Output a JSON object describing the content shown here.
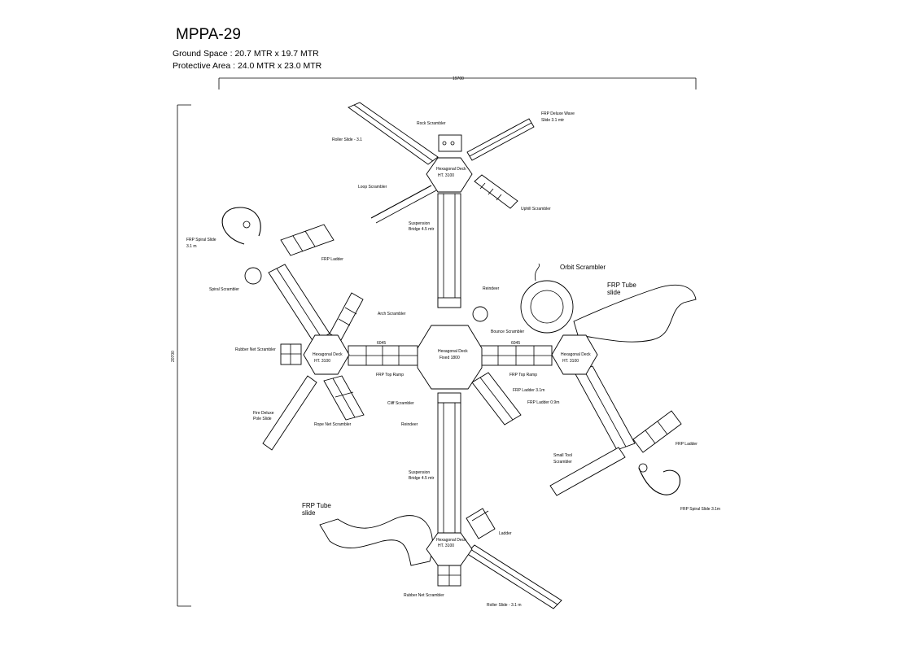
{
  "drawing": {
    "title": "MPPA-29",
    "ground_space": "Ground Space  :  20.7  MTR    x  19.7 MTR",
    "protective_area": "Protective Area :  24.0  MTR   x  23.0 MTR",
    "dim_top": "19700",
    "dim_left": "20700"
  },
  "labels": {
    "rock_scrambler": "Rock Scrambler",
    "frp_deluxe_wave": "FRP Deluxe Wave",
    "frp_deluxe_wave_2": "Slide 3.1 mtr",
    "roller_slide_top": "Roller Slide -  3.1",
    "hex_deck_top": "Hexagonal Deck",
    "hex_deck_top_ht": "HT. 3100",
    "loop_scrambler": "Loop  Scrambler",
    "uphill_scrambler": "Uphill Scrambler",
    "suspension_bridge_top": "Suspension",
    "suspension_bridge_top_2": "Bridge 4.5 mtr",
    "frp_spiral_slide_left": "FRP Spiral Slide",
    "frp_spiral_slide_left_2": "3.1 m",
    "frp_ladder_left": "FRP Ladder",
    "spiral_scrambler": "Spiral Scrambler",
    "orbit_scrambler": "Orbit Scrambler",
    "frp_tube_slide_right": "FRP Tube",
    "frp_tube_slide_right_2": "slide",
    "reindeer_top": "Reindeer",
    "arch_scrambler": "Arch Scrambler",
    "bounce_scrambler": "Bounce Scrambler",
    "rubber_net_scrambler": "Rubber Net Scrambler",
    "hex_deck_left": "Hexagonal Deck",
    "hex_deck_left_ht": "HT. 3100",
    "hex_deck_center": "Hexagonal Deck",
    "hex_deck_center_2": "Fixed 1800",
    "hex_deck_right": "Hexagonal Deck",
    "hex_deck_right_ht": "HT. 3100",
    "dim_left_ramp": "6045",
    "dim_right_ramp": "6045",
    "frp_top_ramp_left": "FRP Top Ramp",
    "frp_top_ramp_right": "FRP Top Ramp",
    "frp_ladder_mid": "FRP Ladder 3.1m",
    "frp_ladder_mid2": "FRP Ladder 0.9m",
    "cliff_scrambler": "Cliff Scrambler",
    "reindeer_bottom": "Reindeer",
    "fire_deluxe_pole": "Fire Deluxe",
    "fire_deluxe_pole_2": "Pole Slide",
    "rope_net_scrambler": "Rope Net Scrambler",
    "frp_ladder_right": "FRP Ladder",
    "small_tool_scrambler": "Small Tool",
    "small_tool_scrambler_2": "Scrambler",
    "frp_spiral_slide_right": "FRP Spiral Slide 3.1m",
    "suspension_bridge_bottom": "Suspension",
    "suspension_bridge_bottom_2": "Bridge 4.5 mtr",
    "frp_tube_slide_bottom": "FRP Tube",
    "frp_tube_slide_bottom_2": "slide",
    "ladder_bottom": "Ladder",
    "hex_deck_bottom": "Hexagonal Deck",
    "hex_deck_bottom_ht": "HT. 3100",
    "rubber_net_scrambler_bottom": "Rubber Net Scrambler",
    "roller_slide_bottom": "Roller Slide -  3.1 m"
  }
}
